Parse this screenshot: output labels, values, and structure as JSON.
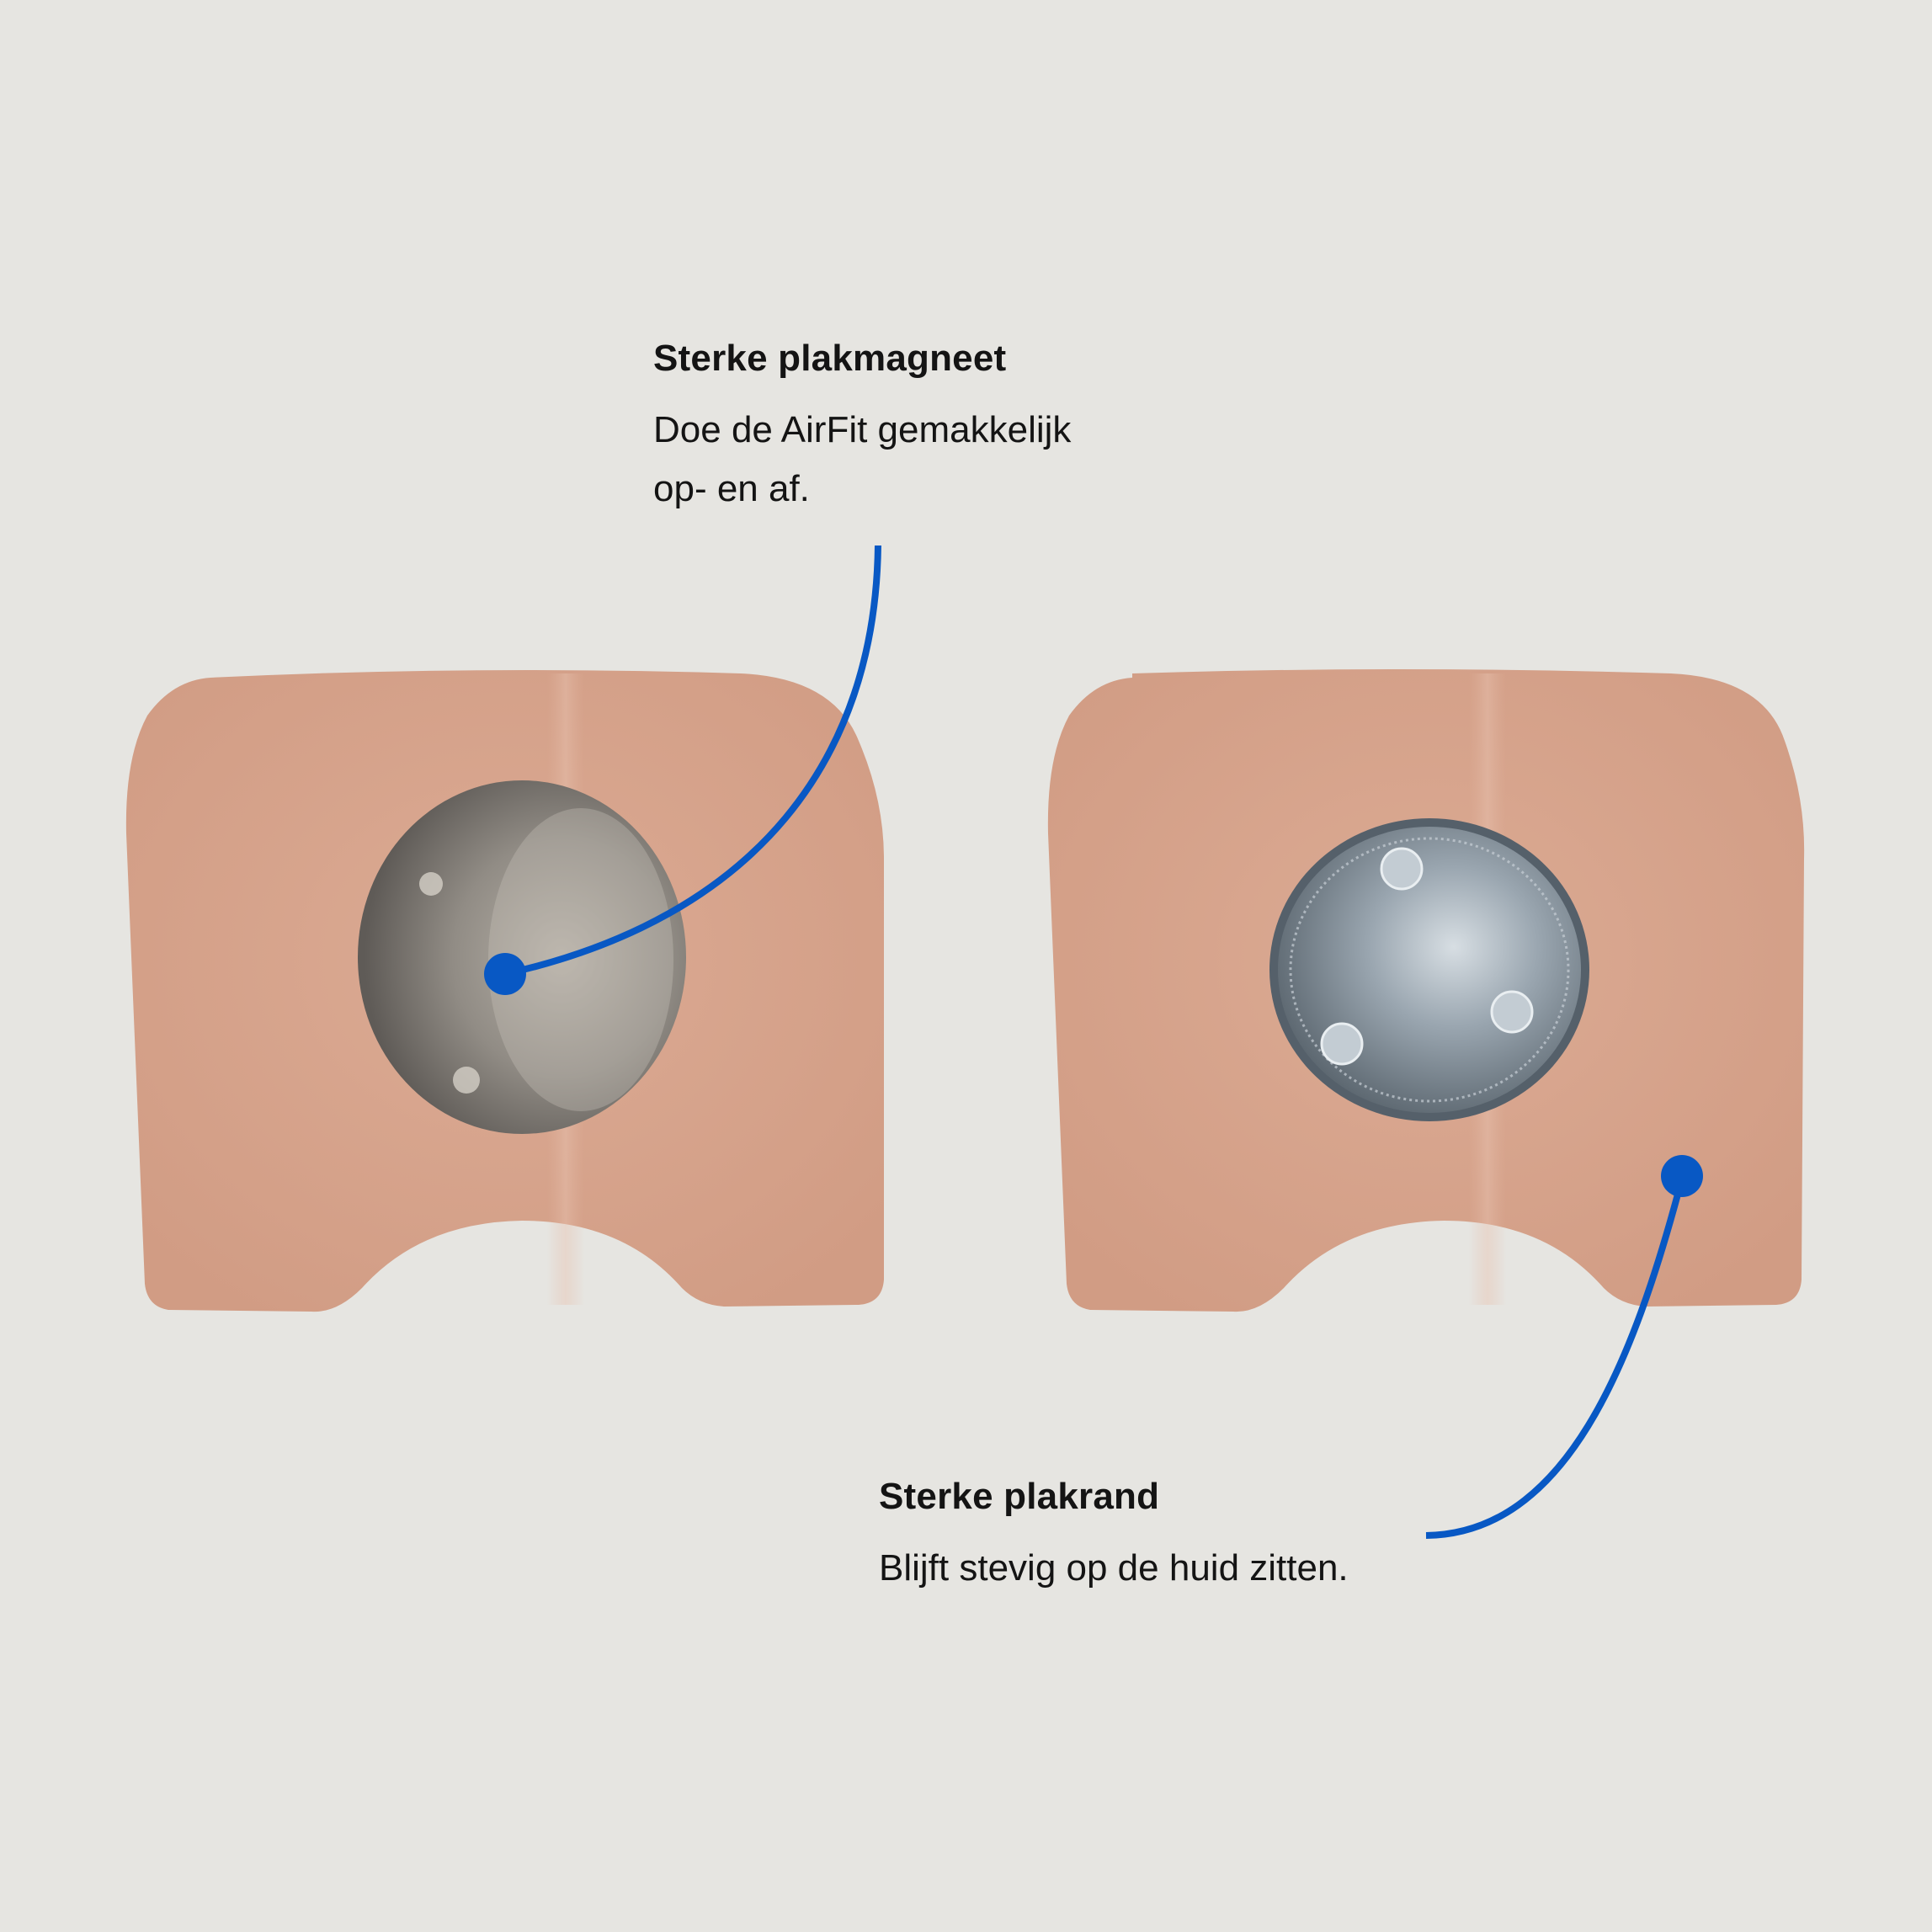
{
  "page": {
    "background": "#e6e5e1",
    "accent_color": "#0858c4",
    "text_color": "#141414"
  },
  "products": [
    {
      "name": "patch-with-magnet-cover",
      "description": "Skin-tone adhesive patch with textured silver magnet",
      "patch_color": "#d9a48c",
      "magnet_color": "#8d8a84"
    },
    {
      "name": "patch-with-metal-disc",
      "description": "Skin-tone adhesive patch with shiny metal disc with three dimples",
      "patch_color": "#d9a48c",
      "magnet_color": "#9aa6b0"
    }
  ],
  "callouts": [
    {
      "title": "Sterke plakmagneet",
      "body_lines": [
        "Doe de AirFit gemakkelijk",
        "op- en af."
      ],
      "target": "magnet on left patch"
    },
    {
      "title": "Sterke plakrand",
      "body_lines": [
        "Blijft stevig op de huid zitten."
      ],
      "target": "adhesive edge on right patch"
    }
  ]
}
